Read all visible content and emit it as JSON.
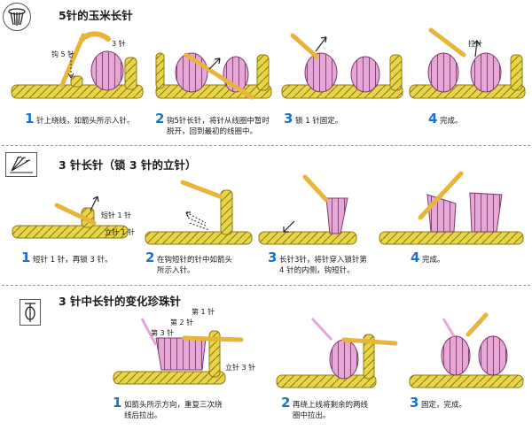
{
  "s1": {
    "title": "5针的玉米长针",
    "labels": {
      "hook5": "钩 5 针",
      "three": "3 针",
      "pull": "拉针"
    },
    "steps": [
      {
        "num": "1",
        "text": "针上绕线，如箭头所示入针。"
      },
      {
        "num": "2",
        "text": "钩5针长针，将针从线圈中暂时\n脱开，回到最初的线圈中。"
      },
      {
        "num": "3",
        "text": "锁 1 针固定。"
      },
      {
        "num": "4",
        "text": "完成。"
      }
    ]
  },
  "s2": {
    "title": "3 针长针（锁 3 针的立针）",
    "labels": {
      "short": "短针 1 针",
      "stand": "立针 1 针"
    },
    "steps": [
      {
        "num": "1",
        "text": "短针 1 针，再锁 3 针。"
      },
      {
        "num": "2",
        "text": "在钩短针的针中如箭头\n所示入针。"
      },
      {
        "num": "3",
        "text": "长针3针，将针穿入锁针第\n4 针的内侧，钩短针。"
      },
      {
        "num": "4",
        "text": "完成。"
      }
    ]
  },
  "s3": {
    "title": "3 针中长针的变化珍珠针",
    "labels": {
      "first": "第 1 针",
      "second": "第 2 针",
      "third": "第 3 针",
      "stand3": "立针 3 针"
    },
    "steps": [
      {
        "num": "1",
        "text": "如箭头所示方向，重复三次绕\n线后拉出。"
      },
      {
        "num": "2",
        "text": "再绕上线将剩余的两线\n圈中拉出。"
      },
      {
        "num": "3",
        "text": "固定，完成。"
      }
    ]
  },
  "colors": {
    "yarn": "#e9d54a",
    "yarn_edge": "#8c7a12",
    "pink": "#e6a6d6",
    "pink_edge": "#7b3b6c",
    "hook": "#e7b53a",
    "num": "#1a73c9"
  }
}
